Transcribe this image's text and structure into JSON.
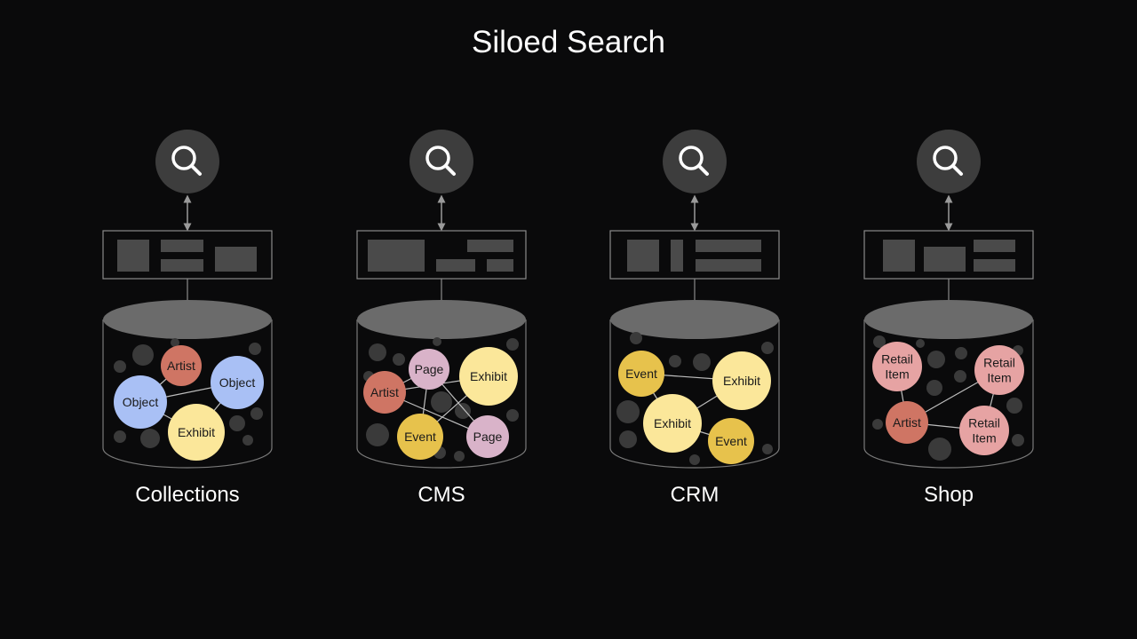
{
  "title": "Siloed Search",
  "colors": {
    "background": "#0a0a0b",
    "search_circle": "#3d3d3d",
    "db_top": "#6b6b6b",
    "db_outline": "#7a7a7a",
    "wireframe_block": "#4a4a4a",
    "bubble": "#3a3a3a",
    "artist": "#cf7564",
    "object": "#a9c0f5",
    "exhibit": "#fbe79a",
    "page": "#d9b3c9",
    "event": "#e7c24c",
    "retail_item": "#e6a3a3"
  },
  "silos": [
    {
      "label": "Collections",
      "search_icon": "search-icon",
      "nodes": [
        {
          "text": "Artist",
          "type": "artist"
        },
        {
          "text": "Object",
          "type": "object"
        },
        {
          "text": "Object",
          "type": "object"
        },
        {
          "text": "Exhibit",
          "type": "exhibit"
        }
      ]
    },
    {
      "label": "CMS",
      "search_icon": "search-icon",
      "nodes": [
        {
          "text": "Page",
          "type": "page"
        },
        {
          "text": "Exhibit",
          "type": "exhibit"
        },
        {
          "text": "Artist",
          "type": "artist"
        },
        {
          "text": "Event",
          "type": "event"
        },
        {
          "text": "Page",
          "type": "page"
        }
      ]
    },
    {
      "label": "CRM",
      "search_icon": "search-icon",
      "nodes": [
        {
          "text": "Event",
          "type": "event"
        },
        {
          "text": "Exhibit",
          "type": "exhibit"
        },
        {
          "text": "Exhibit",
          "type": "exhibit"
        },
        {
          "text": "Event",
          "type": "event"
        }
      ]
    },
    {
      "label": "Shop",
      "search_icon": "search-icon",
      "nodes": [
        {
          "text": "Retail Item",
          "lines": [
            "Retail",
            "Item"
          ],
          "type": "retail_item"
        },
        {
          "text": "Retail Item",
          "lines": [
            "Retail",
            "Item"
          ],
          "type": "retail_item"
        },
        {
          "text": "Artist",
          "type": "artist"
        },
        {
          "text": "Retail Item",
          "lines": [
            "Retail",
            "Item"
          ],
          "type": "retail_item"
        }
      ]
    }
  ]
}
